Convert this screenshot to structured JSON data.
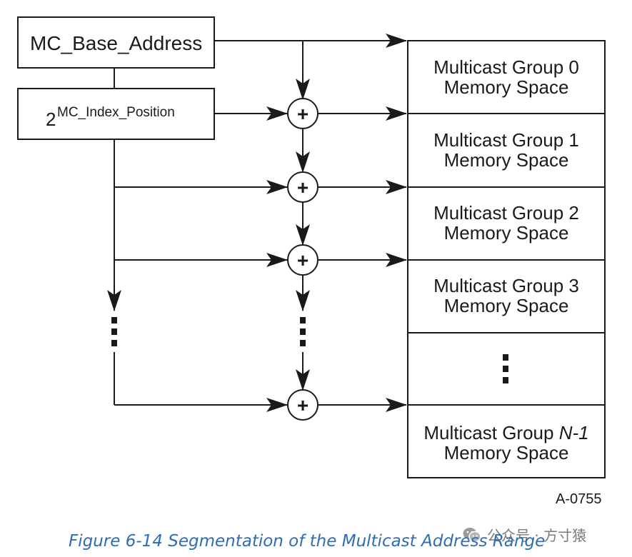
{
  "boxes": {
    "base_address": "MC_Base_Address",
    "index_base": "2",
    "index_exponent": "MC_Index_Position"
  },
  "memory_groups": [
    {
      "line1_prefix": "Multicast Group ",
      "line1_var": "0",
      "line2": "Memory Space"
    },
    {
      "line1_prefix": "Multicast Group ",
      "line1_var": "1",
      "line2": "Memory Space"
    },
    {
      "line1_prefix": "Multicast Group ",
      "line1_var": "2",
      "line2": "Memory Space"
    },
    {
      "line1_prefix": "Multicast Group ",
      "line1_var": "3",
      "line2": "Memory Space"
    },
    {
      "line1_prefix": "Multicast Group ",
      "line1_var": "N-1",
      "line2": "Memory Space"
    }
  ],
  "adder_symbol": "+",
  "figure_id": "A-0755",
  "caption": "Figure  6-14  Segmentation of the Multicast Address Range",
  "watermark": "公众号 · 方寸猿",
  "colors": {
    "line": "#1a1a1a",
    "caption": "#2e6db4",
    "watermark": "#7a7a7a"
  }
}
